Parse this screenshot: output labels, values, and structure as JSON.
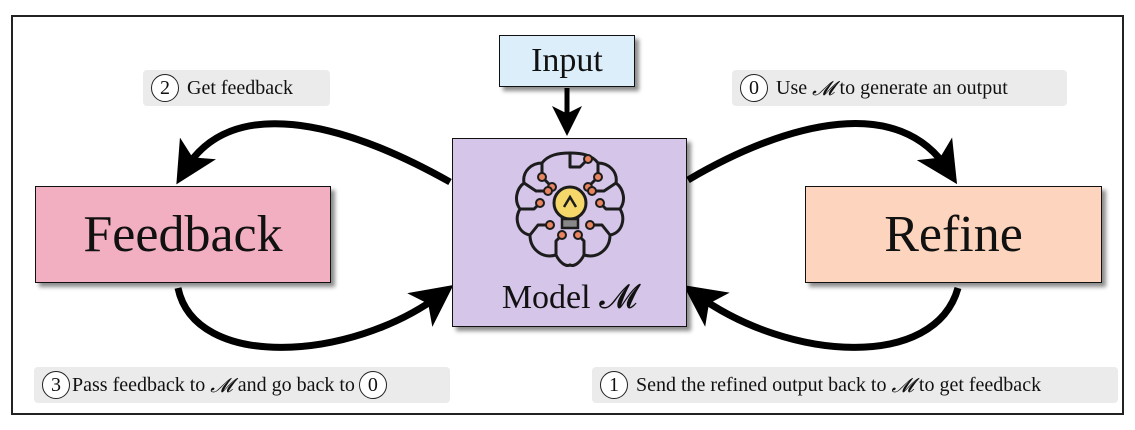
{
  "diagram": {
    "input_label": "Input",
    "feedback_label": "Feedback",
    "refine_label": "Refine",
    "model_label": "Model 𝓜",
    "steps": [
      {
        "number": "2",
        "before": "Get feedback",
        "symbol": "",
        "after": "",
        "trailing_number": ""
      },
      {
        "number": "0",
        "before": "Use ",
        "symbol": "𝓜",
        "after": " to generate an output",
        "trailing_number": ""
      },
      {
        "number": "3",
        "before": "Pass feedback to ",
        "symbol": "𝓜",
        "after": " and go back to",
        "trailing_number": "0"
      },
      {
        "number": "1",
        "before": "Send the refined output back to ",
        "symbol": "𝓜",
        "after": " to get feedback",
        "trailing_number": ""
      }
    ]
  },
  "colors": {
    "input_fill": "#dceefa",
    "feedback_fill": "#f2afc1",
    "refine_fill": "#fdd4bd",
    "model_fill": "#d5c6e9",
    "pill_fill": "#ebebeb",
    "icon_line": "#1c1c1c",
    "icon_node": "#e8845f",
    "bulb_fill": "#f6d86a"
  },
  "icons": {
    "model_icon": "brain-circuit-lightbulb-icon"
  }
}
